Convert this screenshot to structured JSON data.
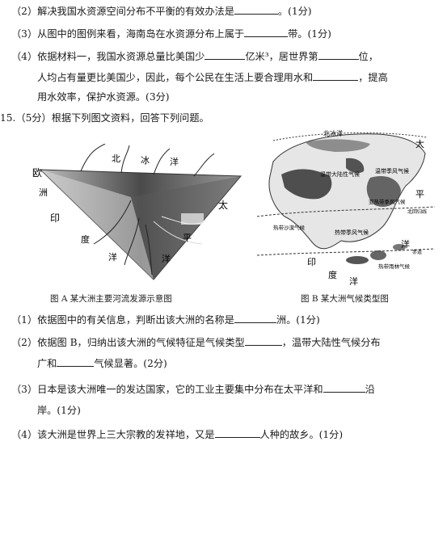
{
  "q14": {
    "p2": {
      "prefix": "（2）解决我国水资源空间分布不平衡的有效办法是",
      "suffix": "。(1分)"
    },
    "p3": {
      "prefix": "（3）从图中的图例来看，海南岛在水资源分布上属于",
      "suffix": "带。(1分)"
    },
    "p4": {
      "line1_a": "（4）依据材料一，我国水资源总量比美国少",
      "line1_b": "亿米³，居世界第",
      "line1_c": "位，",
      "line2_a": "人均占有量更比美国少，因此，每个公民在生活上要合理用水和",
      "line2_b": "，提高",
      "line3": "用水效率，保护水资源。(3分)"
    }
  },
  "q15": {
    "header": "15.（5分）根据下列图文资料，回答下列问题。",
    "figA": {
      "caption": "图 A 某大洲主要河流发源示意图",
      "labels": {
        "bei": "北",
        "bing": "冰",
        "yang": "洋",
        "ou": "欧",
        "zhou": "洲",
        "yin": "印",
        "du": "度",
        "yang2": "洋",
        "tai": "太",
        "ping": "平",
        "yang3": "洋"
      }
    },
    "figB": {
      "caption": "图 B 某大洲气候类型图",
      "labels": {
        "north_ocean": "北冰洋",
        "tai": "太",
        "ping": "平",
        "yang": "洋",
        "yin": "印",
        "du": "度",
        "yang2": "洋",
        "temperate_continental": "温带大陆性气候",
        "temperate_monsoon": "温带季风气候",
        "subtropical_monsoon": "亚热带季风气候",
        "tropical_monsoon": "热带季风气候",
        "tropical_rainforest": "热带雨林气候",
        "tropical_desert": "热带沙漠气候",
        "north_tropic": "北回归线",
        "equator": "赤道"
      }
    },
    "q1": {
      "prefix": "（1）依据图中的有关信息，判断出该大洲的名称是",
      "suffix": "洲。(1分)"
    },
    "q2": {
      "line1_a": "（2）依据图 B，归纳出该大洲的气候特征是气候类型",
      "line1_b": "，温带大陆性气候分布",
      "line2_a": "广和",
      "line2_b": "气候显著。(2分)"
    },
    "q3": {
      "line1_a": "（3）日本是该大洲唯一的发达国家，它的工业主要集中分布在太平洋和",
      "line1_b": "沿",
      "line2": "岸。(1分)"
    },
    "q4": {
      "prefix": "（4）该大洲是世界上三大宗教的发祥地，又是",
      "suffix": "人种的故乡。(1分)"
    }
  }
}
